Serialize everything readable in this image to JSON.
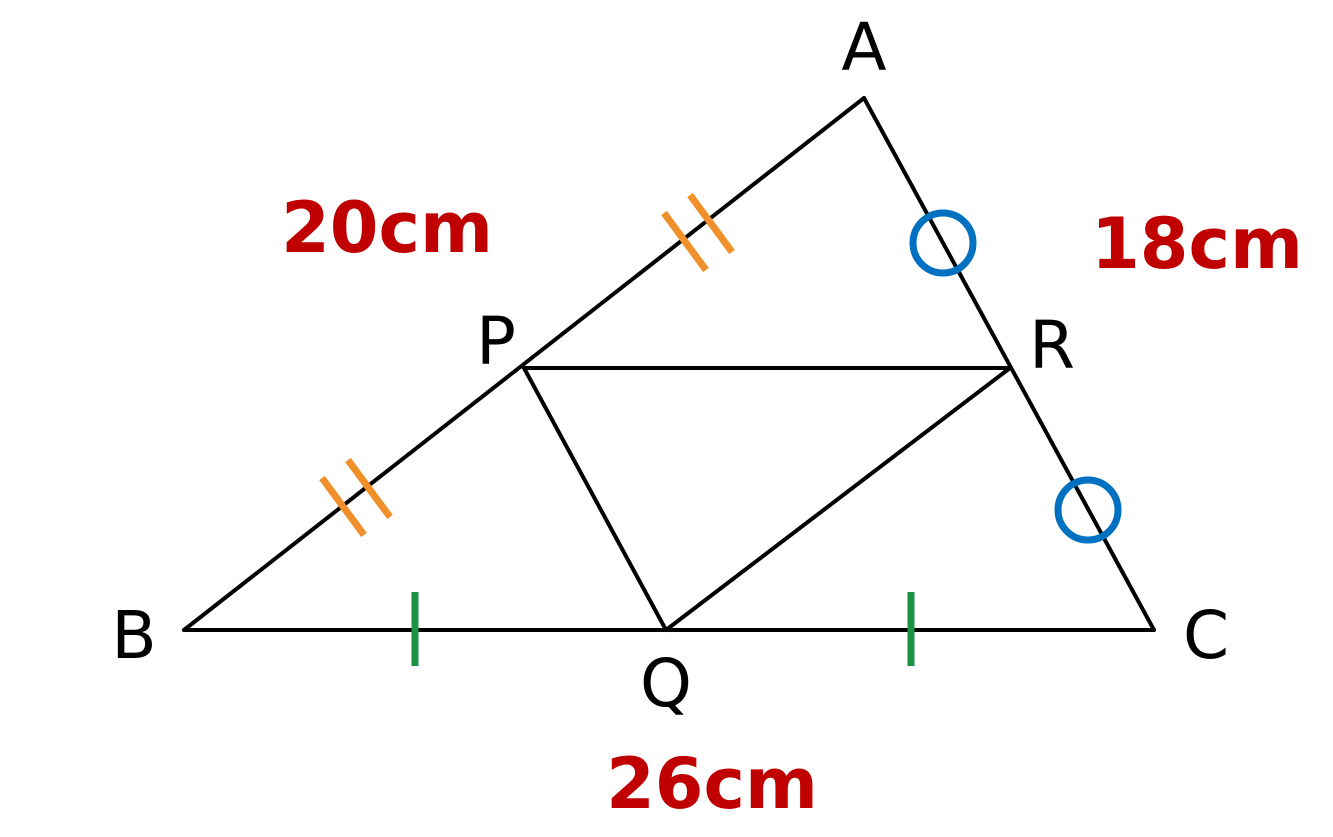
{
  "vertices": {
    "A": "A",
    "B": "B",
    "C": "C",
    "P": "P",
    "Q": "Q",
    "R": "R"
  },
  "lengths": {
    "AB": "20cm",
    "AC": "18cm",
    "BC": "26cm"
  },
  "colors": {
    "line": "#000000",
    "length_text": "#c00000",
    "double_tick": "#f0902a",
    "single_tick": "#1e9145",
    "circle_mark": "#0070c0"
  }
}
